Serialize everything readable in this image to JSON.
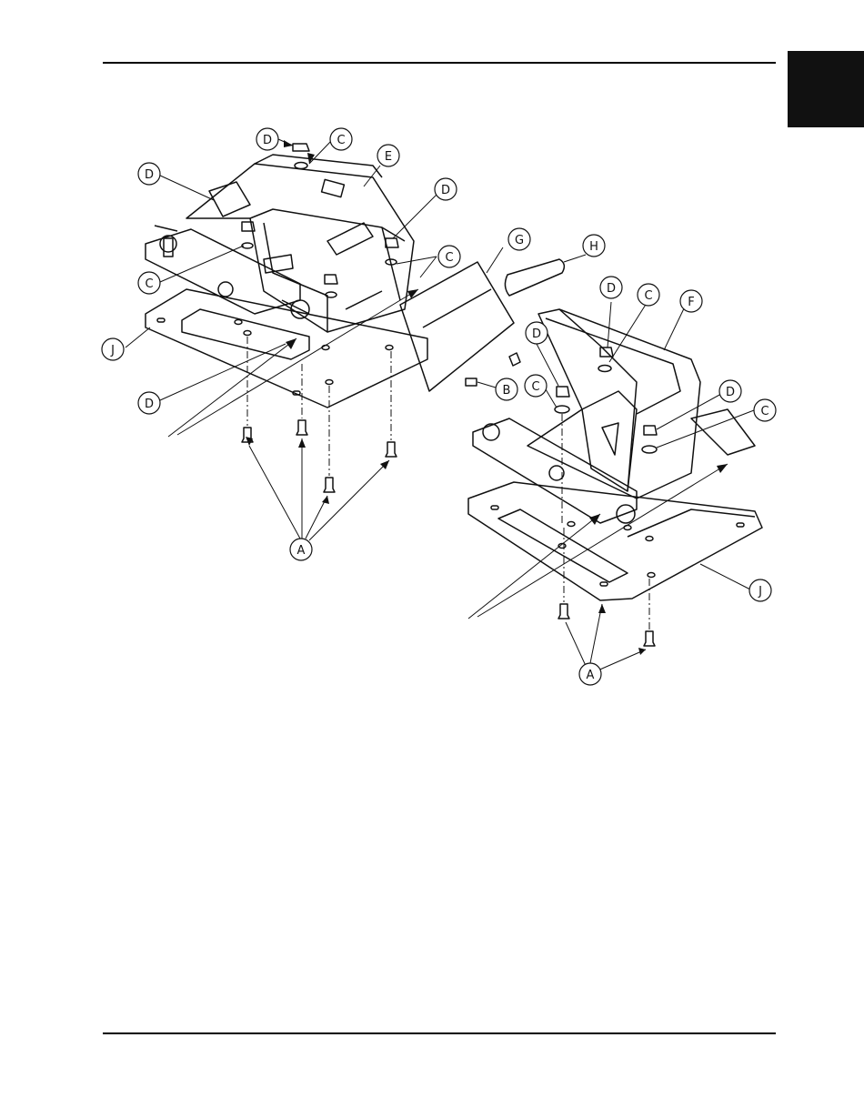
{
  "page": {
    "has_top_rule": true,
    "has_bottom_rule": true,
    "section_tab_color": "#111111"
  },
  "diagram": {
    "title": "",
    "assemblies": [
      "left-assembly",
      "right-assembly"
    ],
    "callouts": [
      {
        "id": "c1",
        "label": "D"
      },
      {
        "id": "c2",
        "label": "C"
      },
      {
        "id": "c3",
        "label": "D"
      },
      {
        "id": "c4",
        "label": "E"
      },
      {
        "id": "c5",
        "label": "D"
      },
      {
        "id": "c6",
        "label": "G"
      },
      {
        "id": "c7",
        "label": "H"
      },
      {
        "id": "c8",
        "label": "C"
      },
      {
        "id": "c9",
        "label": "C"
      },
      {
        "id": "c10",
        "label": "D"
      },
      {
        "id": "c11",
        "label": "C"
      },
      {
        "id": "c12",
        "label": "F"
      },
      {
        "id": "c13",
        "label": "J"
      },
      {
        "id": "c14",
        "label": "D"
      },
      {
        "id": "c15",
        "label": "B"
      },
      {
        "id": "c16",
        "label": "D"
      },
      {
        "id": "c17",
        "label": "C"
      },
      {
        "id": "c18",
        "label": "D"
      },
      {
        "id": "c19",
        "label": "C"
      },
      {
        "id": "c20",
        "label": "A"
      },
      {
        "id": "c21",
        "label": "J"
      },
      {
        "id": "c22",
        "label": "A"
      }
    ]
  }
}
